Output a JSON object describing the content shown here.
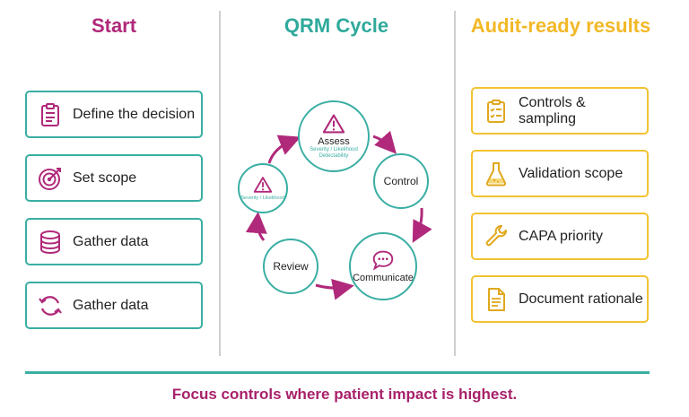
{
  "columns": {
    "start": {
      "title": "Start",
      "color": "#b0297a"
    },
    "cycle": {
      "title": "QRM Cycle",
      "color": "#2faa9c"
    },
    "results": {
      "title": "Audit-ready results",
      "color": "#f2b827"
    }
  },
  "start_steps": [
    {
      "label": "Define the decision",
      "icon": "clipboard-icon"
    },
    {
      "label": "Set scope",
      "icon": "target-icon"
    },
    {
      "label": "Gather data",
      "icon": "database-icon"
    },
    {
      "label": "Gather data",
      "icon": "refresh-icon"
    }
  ],
  "cycle_nodes": {
    "assess": {
      "label": "Assess",
      "sub": "Severity / Likelihood Detectability",
      "icon": "warning-icon"
    },
    "control": {
      "label": "Control"
    },
    "communicate": {
      "label": "Communicate",
      "icon": "chat-bubble-icon"
    },
    "review": {
      "label": "Review"
    },
    "risk": {
      "sub": "Severity / Likelihood",
      "icon": "warning-icon"
    }
  },
  "results": [
    {
      "label": "Controls & sampling",
      "icon": "checklist-icon"
    },
    {
      "label": "Validation scope",
      "icon": "flask-icon"
    },
    {
      "label": "CAPA priority",
      "icon": "wrench-icon"
    },
    {
      "label": "Document rationale",
      "icon": "document-icon"
    }
  ],
  "tagline": "Focus controls where patient impact is highest.",
  "colors": {
    "teal": "#3aaea3",
    "magenta": "#b0297a",
    "yellow": "#f2c230"
  }
}
